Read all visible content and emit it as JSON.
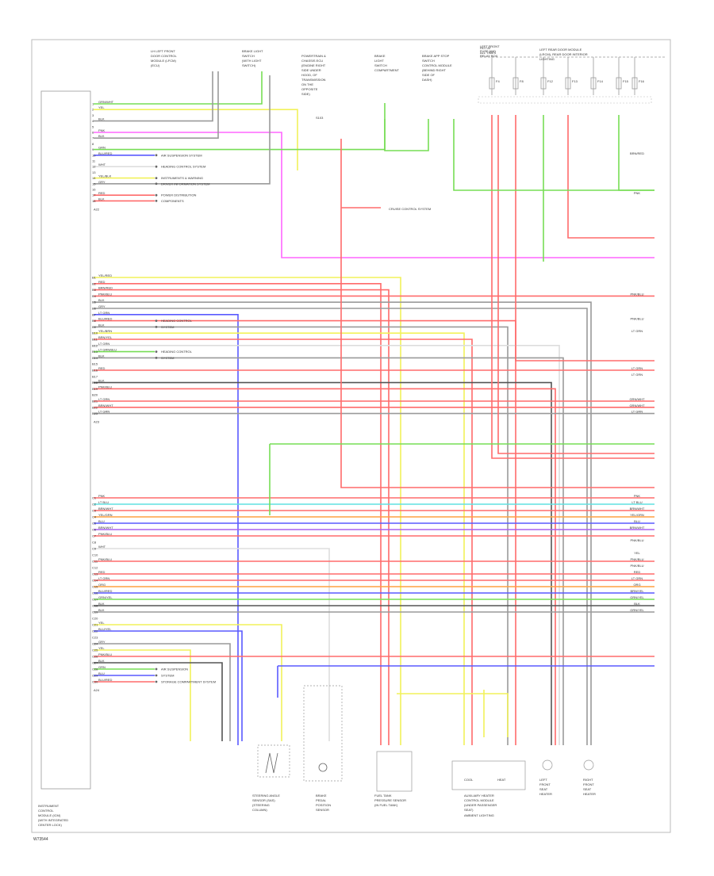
{
  "diagram": {
    "footer_code": "W73544",
    "module_label": [
      "INSTRUMENT",
      "CONTROL",
      "MODULE (ICM)",
      "(WITH INTEGRATED",
      "CENTER LOCK)"
    ],
    "colors": {
      "GRN/WHT": "#77dd55",
      "YEL": "#f2f25a",
      "RED": "#ff6b6b",
      "PNK": "#ff66ff",
      "BLU": "#5a5aff",
      "GRY": "#9a9a9a",
      "BRN": "#d08060",
      "WHT": "#dddddd",
      "ORG": "#ffa040",
      "LT BLU": "#60e0e0",
      "VIO": "#aa60ee",
      "BLK": "#555555"
    },
    "left_pins": [
      {
        "pin": "1",
        "wire": "GRN/WHT",
        "color": "GRN/WHT"
      },
      {
        "pin": "2",
        "wire": "YEL",
        "color": "YEL"
      },
      {
        "pin": "3",
        "wire": "",
        "color": ""
      },
      {
        "pin": "4",
        "wire": "BLK",
        "color": "GRY"
      },
      {
        "pin": "5",
        "wire": "",
        "color": ""
      },
      {
        "pin": "6",
        "wire": "PNK",
        "color": "PNK"
      },
      {
        "pin": "7",
        "wire": "BLK",
        "color": "GRY"
      },
      {
        "pin": "8",
        "wire": "",
        "color": ""
      },
      {
        "pin": "9",
        "wire": "GRN",
        "color": "GRN/WHT"
      },
      {
        "pin": "10",
        "wire": "BLU/RED",
        "color": "BLU"
      },
      {
        "pin": "11",
        "wire": "",
        "color": ""
      },
      {
        "pin": "12",
        "wire": "WHT",
        "color": "WHT"
      },
      {
        "pin": "13",
        "wire": "",
        "color": ""
      },
      {
        "pin": "14",
        "wire": "YEL/BLK",
        "color": "YEL"
      },
      {
        "pin": "15",
        "wire": "GRY",
        "color": "GRY"
      },
      {
        "pin": "16",
        "wire": "",
        "color": ""
      },
      {
        "pin": "17",
        "wire": "RED",
        "color": "RED"
      },
      {
        "pin": "18",
        "wire": "BLK",
        "color": "RED"
      }
    ],
    "left_pins_b": [
      {
        "pin": "B1",
        "wire": "YEL/RED",
        "color": "YEL"
      },
      {
        "pin": "B2",
        "wire": "RED",
        "color": "RED"
      },
      {
        "pin": "B3",
        "wire": "BRN/RED",
        "color": "RED"
      },
      {
        "pin": "B4",
        "wire": "PNK/BLU",
        "color": "RED"
      },
      {
        "pin": "B5",
        "wire": "BLK",
        "color": "GRY"
      },
      {
        "pin": "B6",
        "wire": "GRY",
        "color": "GRY"
      },
      {
        "pin": "B7",
        "wire": "LT GRN",
        "color": "BLU"
      },
      {
        "pin": "B8",
        "wire": "BLU/RED",
        "color": "RED"
      },
      {
        "pin": "B9",
        "wire": "BLK",
        "color": "GRY"
      },
      {
        "pin": "B10",
        "wire": "YEL/BRN",
        "color": "YEL"
      },
      {
        "pin": "B11",
        "wire": "BRN/YEL",
        "color": "RED"
      },
      {
        "pin": "B12",
        "wire": "LT GRN",
        "color": "WHT"
      },
      {
        "pin": "B13",
        "wire": "LT GRN/BLU",
        "color": "GRN/WHT"
      },
      {
        "pin": "B14",
        "wire": "BLK",
        "color": "GRY"
      },
      {
        "pin": "B15",
        "wire": "",
        "color": ""
      },
      {
        "pin": "B16",
        "wire": "RED",
        "color": "RED"
      },
      {
        "pin": "B17",
        "wire": "",
        "color": ""
      },
      {
        "pin": "B18",
        "wire": "BLK",
        "color": "BLK"
      },
      {
        "pin": "B19",
        "wire": "PNK/BLU",
        "color": "RED"
      },
      {
        "pin": "B20",
        "wire": "",
        "color": ""
      },
      {
        "pin": "B21",
        "wire": "LT GRN",
        "color": "RED"
      },
      {
        "pin": "B22",
        "wire": "BRN/WHT",
        "color": "RED"
      },
      {
        "pin": "B23",
        "wire": "LT GRN",
        "color": "GRY"
      }
    ],
    "left_pins_c": [
      {
        "pin": "C1",
        "wire": "PNK",
        "color": "RED"
      },
      {
        "pin": "C2",
        "wire": "LT BLU",
        "color": "LT BLU"
      },
      {
        "pin": "C3",
        "wire": "BRN/WHT",
        "color": "RED"
      },
      {
        "pin": "C4",
        "wire": "YEL/GRN",
        "color": "ORG"
      },
      {
        "pin": "C5",
        "wire": "BLU",
        "color": "BLU"
      },
      {
        "pin": "C6",
        "wire": "BRN/WHT",
        "color": "VIO"
      },
      {
        "pin": "C7",
        "wire": "PNK/BLU",
        "color": "RED"
      },
      {
        "pin": "C8",
        "wire": "",
        "color": ""
      },
      {
        "pin": "C9",
        "wire": "WHT",
        "color": "WHT"
      },
      {
        "pin": "C10",
        "wire": "",
        "color": ""
      },
      {
        "pin": "C11",
        "wire": "PNK/BLU",
        "color": "RED"
      },
      {
        "pin": "C12",
        "wire": "",
        "color": ""
      },
      {
        "pin": "C13",
        "wire": "RED",
        "color": "RED"
      },
      {
        "pin": "C14",
        "wire": "LT GRN",
        "color": "RED"
      },
      {
        "pin": "C15",
        "wire": "ORG",
        "color": "ORG"
      },
      {
        "pin": "C16",
        "wire": "BLU/RED",
        "color": "BLU"
      },
      {
        "pin": "C17",
        "wire": "GRN/YEL",
        "color": "GRN/WHT"
      },
      {
        "pin": "C18",
        "wire": "BLK",
        "color": "BLK"
      },
      {
        "pin": "C19",
        "wire": "BLK",
        "color": "GRY"
      },
      {
        "pin": "C20",
        "wire": "",
        "color": ""
      },
      {
        "pin": "C21",
        "wire": "YEL",
        "color": "YEL"
      },
      {
        "pin": "C22",
        "wire": "BLU/YEL",
        "color": "BLU"
      },
      {
        "pin": "C23",
        "wire": "",
        "color": ""
      },
      {
        "pin": "C24",
        "wire": "GRY",
        "color": "GRY"
      },
      {
        "pin": "C25",
        "wire": "YEL",
        "color": "YEL"
      },
      {
        "pin": "C26",
        "wire": "PNK/BLU",
        "color": "RED"
      },
      {
        "pin": "C27",
        "wire": "BLK",
        "color": "BLK"
      },
      {
        "pin": "C28",
        "wire": "GRN",
        "color": "GRN/WHT"
      },
      {
        "pin": "C29",
        "wire": "BLU",
        "color": "BLU"
      },
      {
        "pin": "C30",
        "wire": "BLU/RED",
        "color": "RED"
      }
    ],
    "connector_codes": [
      "A22",
      "A23",
      "A24"
    ],
    "left_notes": [
      {
        "text": "AIR SUSPENSION SYSTEM",
        "pin": "10"
      },
      {
        "text": "HEADING CONTROL SYSTEM",
        "pin": "12"
      },
      {
        "text": "INSTRUMENTS & WARNING",
        "pin": "14"
      },
      {
        "text": "DRIVER INFORMATION SYSTEM",
        "pin": "15"
      },
      {
        "text": "POWER DISTRIBUTION",
        "pin": "17"
      },
      {
        "text": "COMPONENTS",
        "pin": "18"
      },
      {
        "text": "HEADING CONTROL",
        "pin": "B8"
      },
      {
        "text": "SYSTEM",
        "pin": "B9"
      },
      {
        "text": "HEADING CONTROL",
        "pin": "B13"
      },
      {
        "text": "SYSTEM",
        "pin": "B14"
      },
      {
        "text": "AIR SUSPENSION",
        "pin": "C28"
      },
      {
        "text": "SYSTEM",
        "pin": "C29"
      },
      {
        "text": "STORAGE COMPARTMENT SYSTEM",
        "pin": "C30"
      }
    ],
    "right_labels": [
      {
        "text": "GRN/WHT",
        "pin": "B21"
      },
      {
        "text": "GRN/WHT",
        "pin": "B22"
      },
      {
        "text": "LT GRN",
        "pin": "B23"
      },
      {
        "text": "PNK",
        "pin": "C1"
      },
      {
        "text": "LT BLU",
        "pin": "C2"
      },
      {
        "text": "BRN/WHT",
        "pin": "C3"
      },
      {
        "text": "YEL/GRN",
        "pin": "C4"
      },
      {
        "text": "BLU",
        "pin": "C5"
      },
      {
        "text": "BRN/WHT",
        "pin": "C6"
      },
      {
        "text": "PNK/BLU",
        "pin": "C8"
      },
      {
        "text": "YEL",
        "pin": "C10"
      },
      {
        "text": "PNK/BLU",
        "pin": "C11"
      },
      {
        "text": "PNK/BLU",
        "pin": "C12"
      },
      {
        "text": "RED",
        "pin": "C13"
      },
      {
        "text": "LT GRN",
        "pin": "C14"
      },
      {
        "text": "ORG",
        "pin": "C15"
      },
      {
        "text": "BRN/YEL",
        "pin": "C16"
      },
      {
        "text": "GRN/YEL",
        "pin": "C17"
      },
      {
        "text": "BLK",
        "pin": "C18"
      },
      {
        "text": "GRN/YEL",
        "pin": "C19"
      },
      {
        "text": "PNK/BLU",
        "pin": "B4"
      },
      {
        "text": "PNK/BLU",
        "pin": "B8"
      },
      {
        "text": "LT GRN",
        "pin": "B10"
      },
      {
        "text": "LT GRN",
        "pin": "B16"
      },
      {
        "text": "LT GRN",
        "pin": "B17"
      },
      {
        "text": "BRN/RED",
        "pin": "10"
      },
      {
        "text": "PNK",
        "pin": "17"
      }
    ],
    "top_components": [
      {
        "id": "lf-door",
        "lines": [
          "LH LEFT FRONT",
          "DOOR CONTROL",
          "MODULE (LFCM)",
          "(ECU)"
        ]
      },
      {
        "id": "brake-light",
        "lines": [
          "BRAKE LIGHT",
          "SWITCH",
          "(WITH LIGHT",
          "SWITCH)"
        ]
      },
      {
        "id": "powertrain",
        "lines": [
          "POWERTRAIN &",
          "CHASSIS ECU",
          "(ENGINE RIGHT",
          "SIDE UNDER",
          "HOOD, OF",
          "TRANSMISSION",
          "ON THE",
          "OPPOSITE",
          "SIDE)"
        ]
      },
      {
        "id": "brake-sw",
        "lines": [
          "BRAKE",
          "LIGHT",
          "SWITCH",
          "COMPARTMENT"
        ]
      },
      {
        "id": "brake-app",
        "lines": [
          "BRAKE APP STOP",
          "SWITCH",
          "CONTROL MODULE",
          "(BEHIND RIGHT",
          "SIDE OF",
          "DASH)"
        ]
      },
      {
        "id": "fuse-block",
        "lines": [
          "LEFT FRONT",
          "FUSE AND",
          "RELAY BOX"
        ]
      },
      {
        "id": "lr-lamp",
        "lines": [
          "LEFT REAR DOOR MODULE",
          "(LRCM), REAR DOOR INTERIOR",
          "LIGHTING"
        ]
      }
    ],
    "fuses": [
      "F4",
      "F8",
      "F12",
      "F13",
      "F14",
      "F15",
      "F16"
    ],
    "fuse_bus_labels": [
      "HOT AT",
      "ALL TIMES"
    ],
    "mid_note": "CRUISE CONTROL SYSTEM",
    "mid_node": "S103",
    "bottom_components": [
      {
        "id": "steering-angle",
        "lines": [
          "STEERING ANGLE",
          "SENSOR (SAS)",
          "(STEERING",
          "COLUMN)"
        ]
      },
      {
        "id": "brake-pedal",
        "lines": [
          "BRAKE",
          "PEDAL",
          "POSITION",
          "SENSOR"
        ]
      },
      {
        "id": "fuel-tank",
        "lines": [
          "FUEL TANK",
          "PRESSURE SENSOR",
          "(IN FUEL TANK)"
        ]
      },
      {
        "id": "auxiliary-heater",
        "lines": [
          "AUXILIARY HEATER",
          "CONTROL MODULE",
          "(UNDER PASSENGER",
          "SEAT)"
        ]
      },
      {
        "id": "lr-seat-1",
        "lines": [
          "LEFT",
          "FRONT",
          "SEAT",
          "HEATER"
        ]
      },
      {
        "id": "lr-seat-2",
        "lines": [
          "RIGHT",
          "FRONT",
          "SEAT",
          "HEATER"
        ]
      }
    ],
    "ambient_box_label": "AMBIENT LIGHTING",
    "bottom_small": [
      "COOL",
      "HEAT"
    ]
  }
}
